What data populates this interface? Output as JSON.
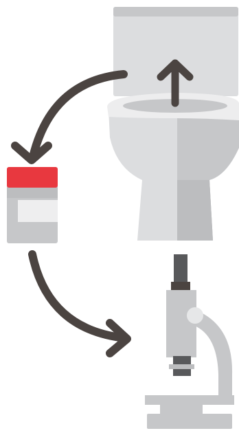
{
  "diagram": {
    "steps": [
      {
        "icon": "toilet-icon"
      },
      {
        "icon": "specimen-jar-icon"
      },
      {
        "icon": "microscope-icon"
      }
    ],
    "arrows": [
      {
        "icon": "up-arrow-icon",
        "from": "toilet-bowl",
        "to": "toilet-tank"
      },
      {
        "icon": "curved-arrow-icon",
        "from": "toilet",
        "to": "specimen-jar"
      },
      {
        "icon": "curved-arrow-icon",
        "from": "specimen-jar",
        "to": "microscope"
      }
    ],
    "colors": {
      "arrow": "#4b4441",
      "jar_lid": "#e8383f",
      "light_gray": "#dcdddf",
      "mid_gray": "#c6c7c9",
      "dark_gray": "#58595b",
      "label_white": "#eeeeef"
    }
  }
}
